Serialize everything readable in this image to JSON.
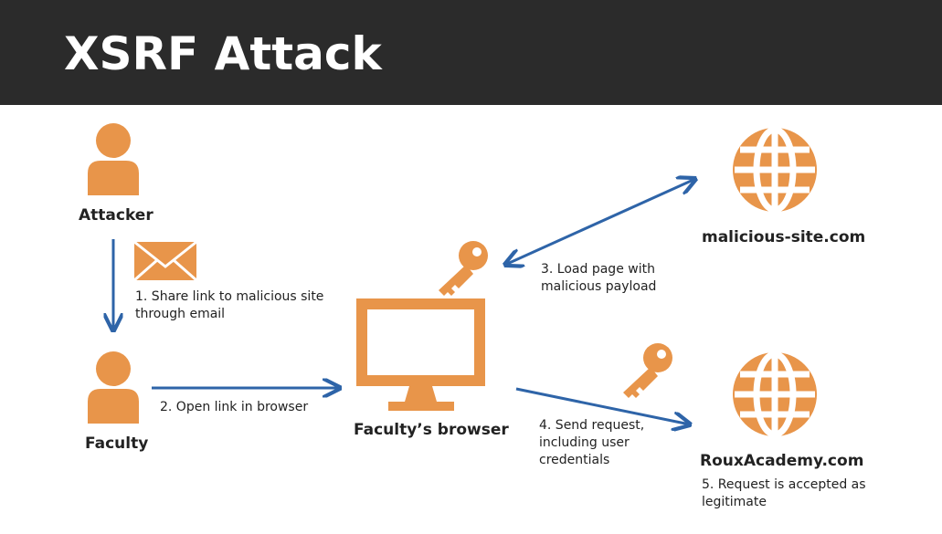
{
  "title": "XSRF Attack",
  "colors": {
    "accent": "#E8954A",
    "arrow": "#2E64A8",
    "header": "#2B2B2B"
  },
  "nodes": {
    "attacker": "Attacker",
    "faculty": "Faculty",
    "browser": "Faculty’s browser",
    "malicious": "malicious-site.com",
    "roux": "RouxAcademy.com"
  },
  "steps": {
    "s1": "1. Share link to malicious site\n    through email",
    "s2": "2. Open link in browser",
    "s3": "3. Load page with\n    malicious payload",
    "s4": "4. Send request,\n    including user\n    credentials",
    "s5": "5. Request is accepted as\n    legitimate"
  },
  "icons": [
    "person-icon",
    "envelope-icon",
    "monitor-icon",
    "key-icon",
    "globe-icon"
  ]
}
